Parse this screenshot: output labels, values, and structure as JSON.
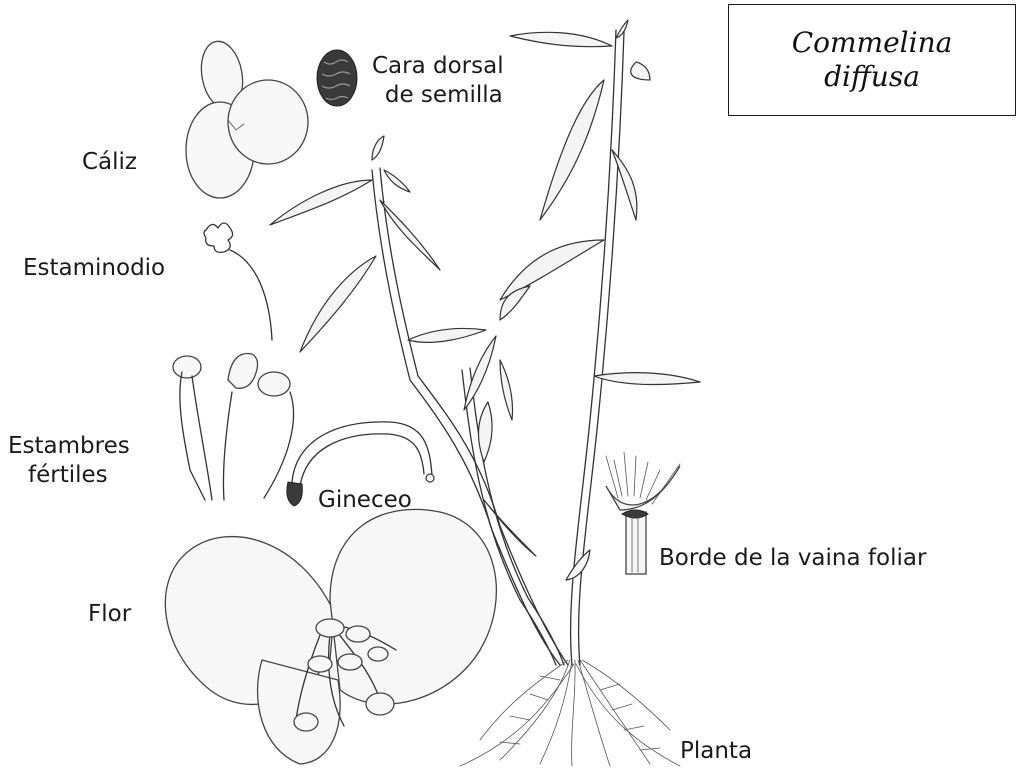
{
  "title": {
    "line1": "Commelina",
    "line2": "diffusa"
  },
  "labels": {
    "seed_line1": "Cara dorsal",
    "seed_line2": "de semilla",
    "calyx": "Cáliz",
    "staminode": "Estaminodio",
    "stamens_line1": "Estambres",
    "stamens_line2": "fértiles",
    "gynoecium": "Gineceo",
    "sheath_margin": "Borde de la vaina foliar",
    "flower": "Flor",
    "plant": "Planta"
  }
}
